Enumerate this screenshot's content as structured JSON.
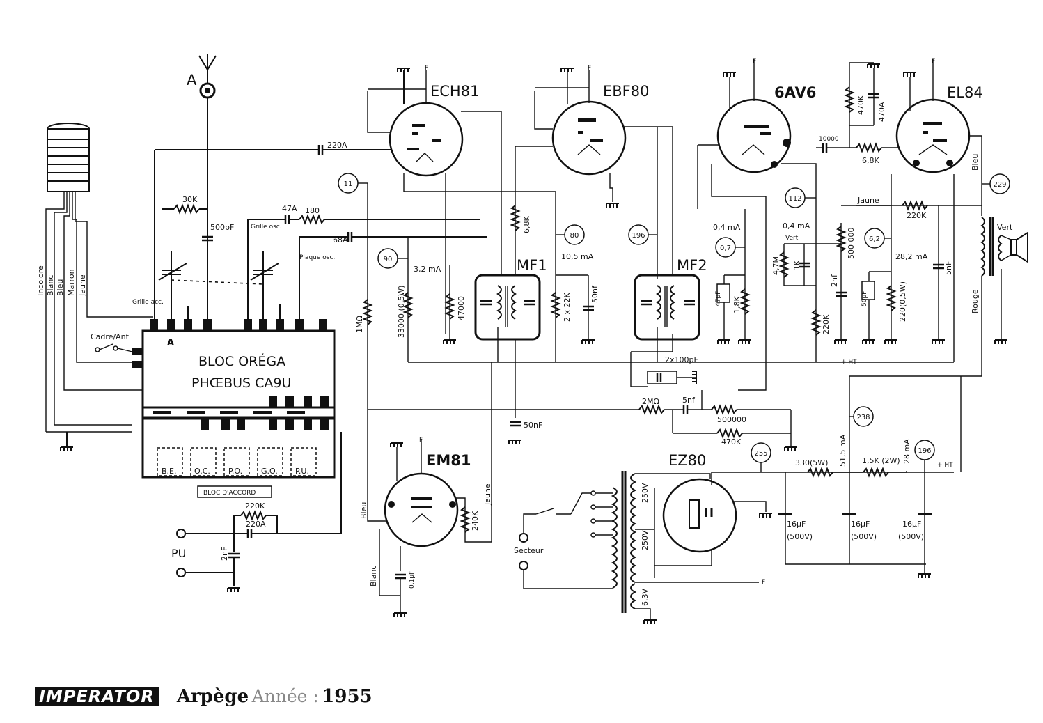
{
  "tubes": {
    "ech81": "ECH81",
    "ebf80": "EBF80",
    "av6": "6AV6",
    "el84": "EL84",
    "em81": "EM81",
    "ez80": "EZ80"
  },
  "block": {
    "line1": "BLOC ORÉGA",
    "line2": "PHŒBUS CA9U",
    "tag": "BLOC D'ACCORD",
    "pin_a": "A",
    "switches": [
      "B.E.",
      "O.C.",
      "P.O.",
      "G.O.",
      "P.U."
    ]
  },
  "transformers": {
    "mf1": "MF1",
    "mf2": "MF2"
  },
  "antenna": {
    "label": "A",
    "switch": "Cadre/Ant"
  },
  "wires": [
    "Incolore",
    "Blanc",
    "Bleu",
    "Marron",
    "Jaune"
  ],
  "components": {
    "c220a": "220A",
    "r30k": "30K",
    "c500pf": "500pF",
    "c47a": "47A",
    "r180": "180",
    "c68a": "68A",
    "grille_osc": "Grille osc.",
    "plaque_osc": "Plaque osc.",
    "grille_acc": "Grille acc.",
    "r1mo": "1MΩ",
    "r33000": "33000 (0,5W)",
    "r47000": "47000",
    "r6_8k": "6,8K",
    "r2x22k": "2 x 22K",
    "c50nf": "50nf",
    "c2x100": "2x100pF",
    "r2mo": "2MΩ",
    "c5nf": "5nf",
    "pot500000": "500000",
    "r470k_b": "470K",
    "c50nf_b": "50nF",
    "c47uf": "47µF",
    "r1_8k": "1,8K",
    "r4_7m": "4,7M",
    "r1k": "1K",
    "c2nf": "2nf",
    "r220k": "220K",
    "c10000": "10000",
    "r470k": "470K",
    "c470a": "470A",
    "r6_8k_b": "6,8K",
    "pot500k": "500 000",
    "c50uf": "50µF",
    "r220_05": "220(0,5W)",
    "r220k_b": "220K",
    "c5nf_b": "5nF",
    "r240k": "240K",
    "c01uf": "0,1µF",
    "r220k_c": "220K",
    "c220a_b": "220A",
    "c2nf_b": "2nF",
    "r330": "330(5W)",
    "r1_5k": "1,5K (2W)",
    "c16a": "16µF",
    "c16a_v": "(500V)",
    "c16b": "16µF",
    "c16b_v": "(500V)",
    "c16c": "16µF",
    "c16c_v": "(500V)",
    "v250a": "250V",
    "v250b": "250V",
    "v6_3": "6,3V"
  },
  "nodes": [
    "11",
    "90",
    "80",
    "196",
    "0,7",
    "112",
    "6,2",
    "229",
    "238",
    "255",
    "196"
  ],
  "currents": {
    "i3_2": "3,2 mA",
    "i10_5": "10,5 mA",
    "i0_4a": "0,4 mA",
    "i0_4b": "0,4 mA",
    "i28_2": "28,2 mA",
    "i51_5": "51,5 mA",
    "i28": "28 mA"
  },
  "labels": {
    "pu": "PU",
    "secteur": "Secteur",
    "f": "F",
    "ht": "+ HT",
    "vert": "Vert",
    "jaune": "Jaune",
    "bleu": "Bleu",
    "rouge": "Rouge",
    "blanc": "Blanc",
    "vert2": "Vert",
    "bleu_em": "Bleu",
    "jaune_em": "Jaune"
  },
  "footer": {
    "brand": "IMPERATOR",
    "model": "Arpège",
    "year_label": "Année :",
    "year": "1955"
  }
}
